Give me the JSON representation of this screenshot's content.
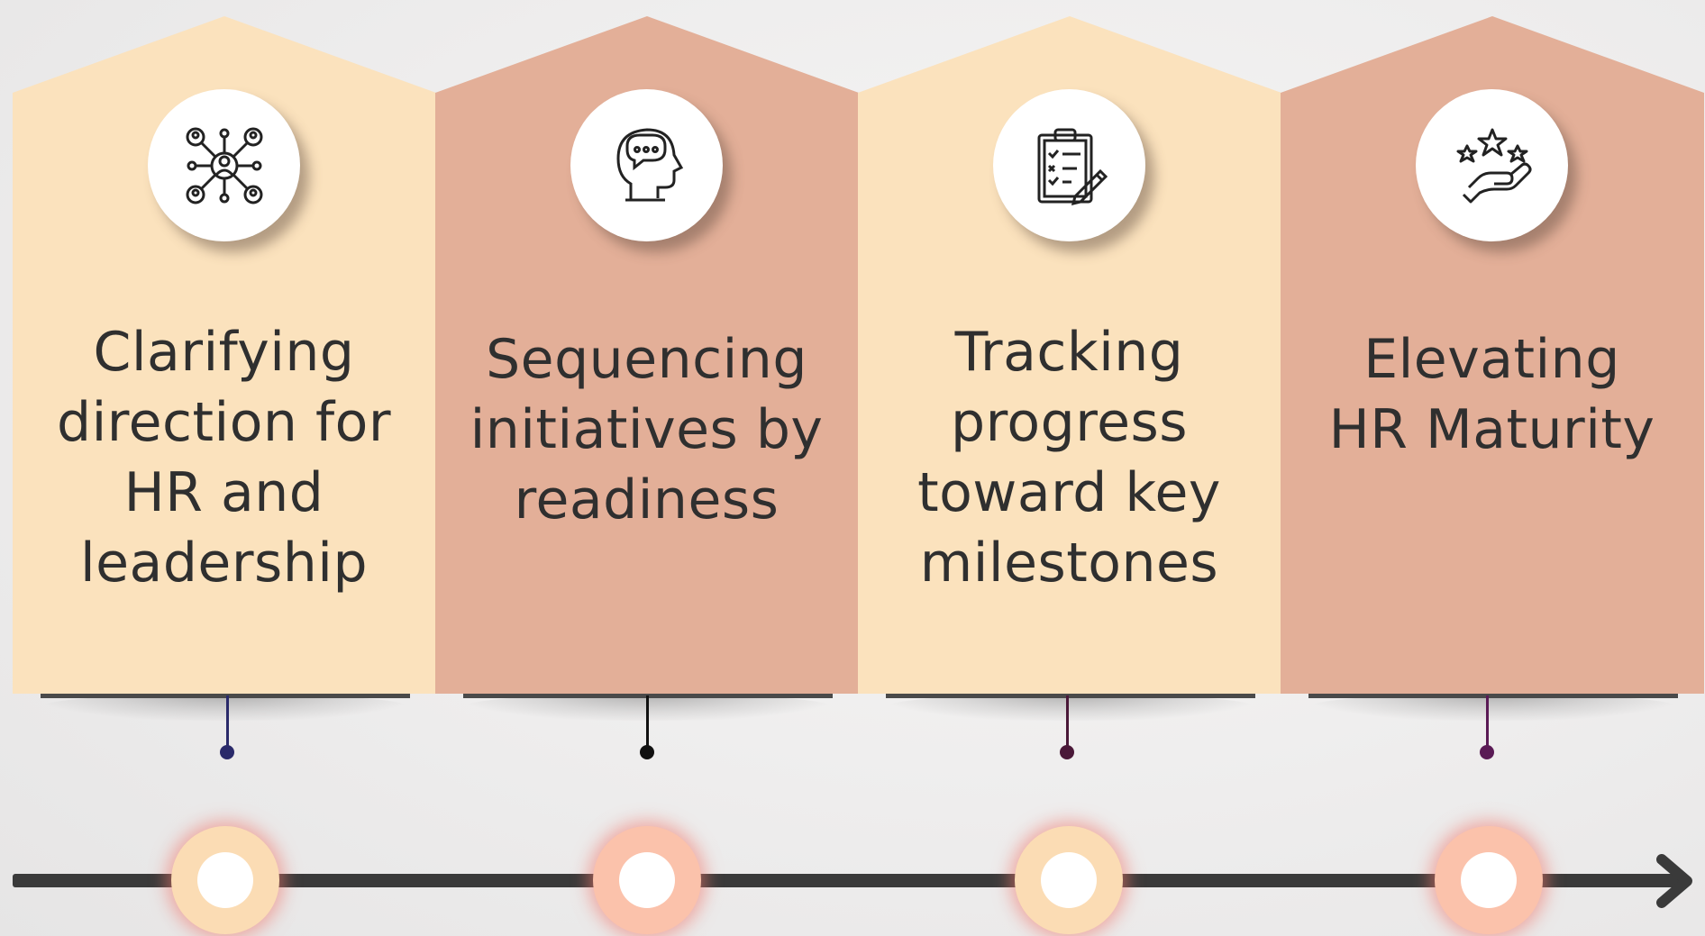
{
  "colors": {
    "peach": "#fbe2bd",
    "salmon": "#e3af98",
    "axis": "#3a3a3a",
    "marker_peach": "#fbdcb4",
    "marker_salmon": "#fbc2ab",
    "text": "#2f2f2f"
  },
  "steps": [
    {
      "icon": "network-people-icon",
      "lines": [
        "Clarifying",
        "direction for",
        "HR and",
        "leadership"
      ],
      "fill": "peach",
      "dot_color": "#2a2a6a"
    },
    {
      "icon": "head-thought-icon",
      "lines": [
        "Sequencing",
        "initiatives by",
        "readiness"
      ],
      "fill": "salmon",
      "dot_color": "#111111"
    },
    {
      "icon": "clipboard-checklist-icon",
      "lines": [
        "Tracking",
        "progress",
        "toward key",
        "milestones"
      ],
      "fill": "peach",
      "dot_color": "#4a1838"
    },
    {
      "icon": "hand-stars-icon",
      "lines": [
        "Elevating",
        "HR Maturity"
      ],
      "fill": "salmon",
      "dot_color": "#5a1a55"
    }
  ]
}
